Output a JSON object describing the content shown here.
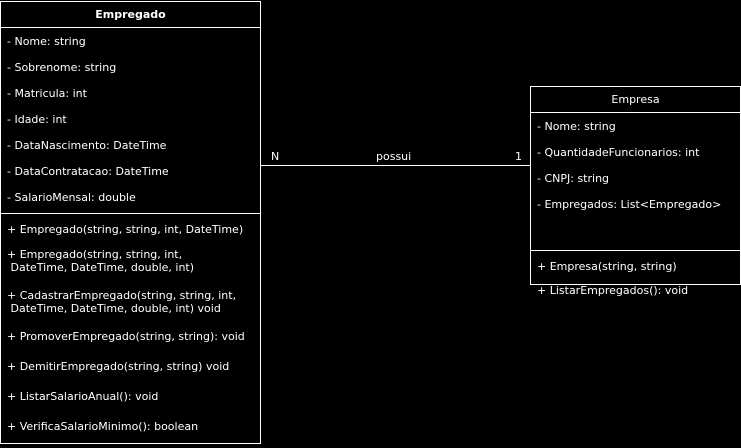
{
  "classes": {
    "empregado": {
      "name": "Empregado",
      "attributes": [
        "- Nome: string",
        "- Sobrenome: string",
        "- Matricula: int",
        "- Idade: int",
        "- DataNascimento: DateTime",
        "- DataContratacao: DateTime",
        "- SalarioMensal: double"
      ],
      "methods": [
        "+ Empregado(string, string, int, DateTime)",
        "+ Empregado(string, string, int,\n DateTime, DateTime, double, int)",
        "+ CadastrarEmpregado(string, string, int,\n DateTime, DateTime, double, int) void",
        "+ PromoverEmpregado(string, string): void",
        "+ DemitirEmpregado(string, string) void",
        "+ ListarSalarioAnual(): void",
        "+ VerificaSalarioMinimo(): boolean"
      ]
    },
    "empresa": {
      "name": "Empresa",
      "attributes": [
        "- Nome: string",
        "- QuantidadeFuncionarios: int",
        "- CNPJ: string",
        "- Empregados: List<Empregado>"
      ],
      "methods": [
        "+ Empresa(string, string)",
        "+ ListarEmpregados(): void"
      ]
    }
  },
  "association": {
    "name": "possui",
    "multiplicity_left": "N",
    "multiplicity_right": "1"
  },
  "colors": {
    "background": "#000000",
    "foreground": "#ffffff"
  }
}
